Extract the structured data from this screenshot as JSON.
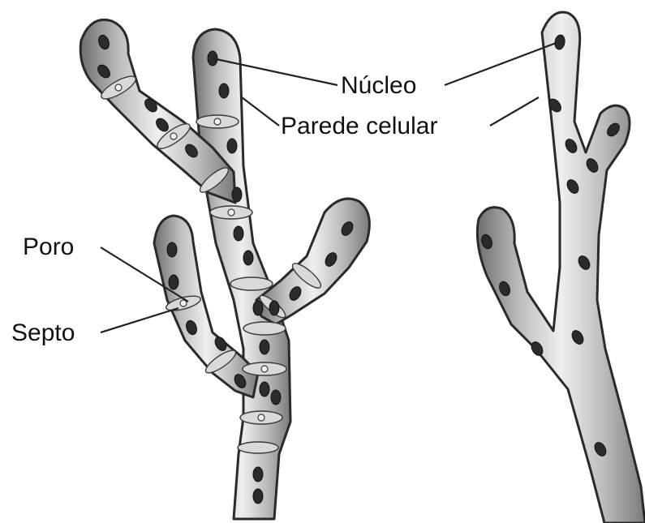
{
  "labels": {
    "nucleus": "Núcleo",
    "cell_wall": "Parede celular",
    "pore": "Poro",
    "septum": "Septo"
  }
}
